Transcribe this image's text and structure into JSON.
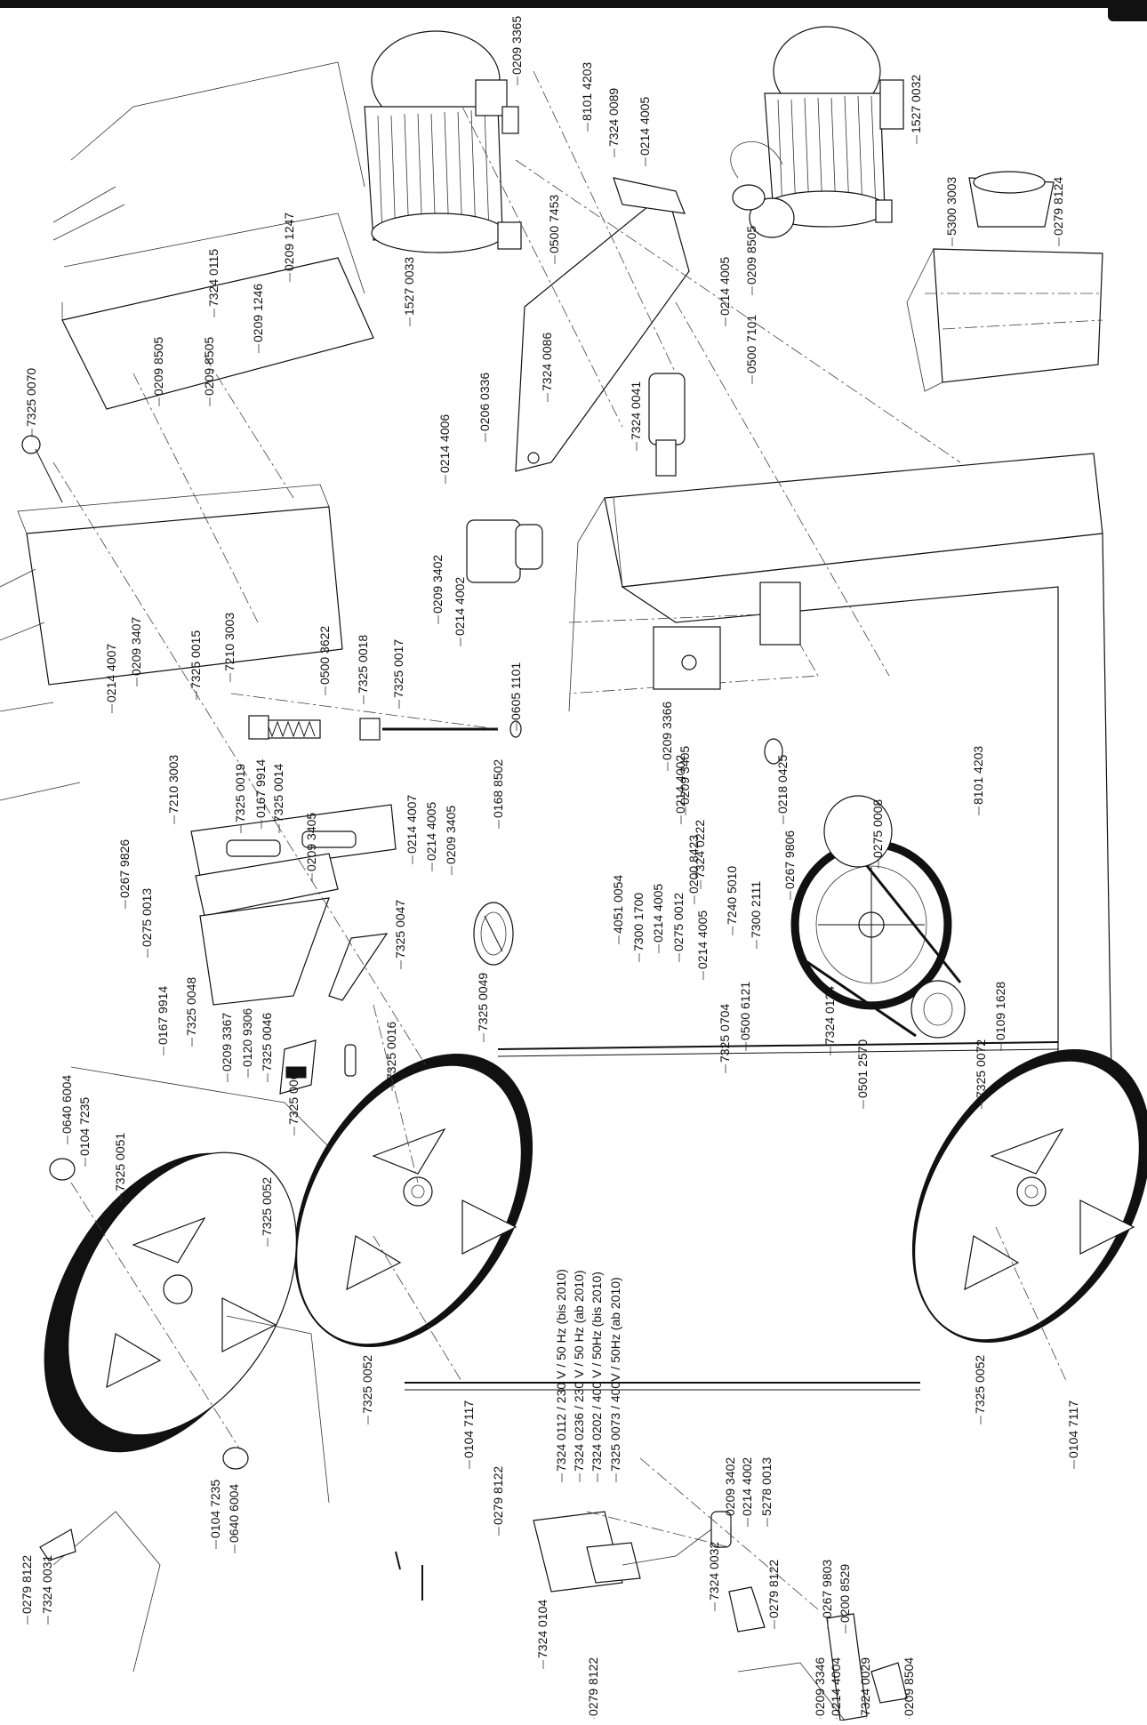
{
  "labels": [
    "0209 3365",
    "8101 4203",
    "7324 0089",
    "0214 4005",
    "1527 0033",
    "0500 7453",
    "0209 8505",
    "0214 4005",
    "0500 7101",
    "7324 0086",
    "7324 0041",
    "0206 0336",
    "0214 4006",
    "1527 0032",
    "0279 8124",
    "5300 3003",
    "7325 0070",
    "7324 0115",
    "0209 1247",
    "0209 1246",
    "0209 8505",
    "0209 8505",
    "0209 3407",
    "0214 4007",
    "7325 0015",
    "7210 3003",
    "7210 3003",
    "7325 0019",
    "0167 9914",
    "7325 0014",
    "0500 3622",
    "7325 0018",
    "7325 0017",
    "0168 8502",
    "0605 1101",
    "0209 3402",
    "0214 4002",
    "0209 3366",
    "0209 3405",
    "0218 0425",
    "8101 4203",
    "0275 0008",
    "0267 9806",
    "7324 0222",
    "0214 4002",
    "0200 8423",
    "4051 0054",
    "7300 1700",
    "0214 4005",
    "0275 0012",
    "7240 5010",
    "7300 2111",
    "0214 4005",
    "0500 6121",
    "7324 0124",
    "0501 2570",
    "7325 0072",
    "0109 1628",
    "0267 9826",
    "0275 0013",
    "0209 3405",
    "0214 4007",
    "0214 4005",
    "0209 3405",
    "7325 0047",
    "7325 0049",
    "0167 9914",
    "7325 0048",
    "0209 3367",
    "0120 9306",
    "7325 0046",
    "7325 0016",
    "7325 0061",
    "7325 0704",
    "0640 6004",
    "0104 7235",
    "7325 0051",
    "7325 0052",
    "7325 0052",
    "0104 7117",
    "7325 0052",
    "0104 7117",
    "0104 7235",
    "0640 6004",
    "0279 8122",
    "7324 0031",
    "7324 0112 / 230 V / 50 Hz (bis 2010)",
    "7324 0236 / 230 V / 50 Hz (ab 2010)",
    "7324 0202 / 400 V / 50Hz (bis 2010)",
    "7325 0073 / 400V / 50Hz (ab 2010)",
    "0279 8122",
    "0209 3402",
    "0214 4002",
    "5278 0013",
    "7324 0032",
    "0279 8122",
    "0267 9803",
    "0200 8529",
    "7324 0104",
    "0279 8122",
    "0209 3346",
    "0214 4004",
    "7324 0029",
    "0209 8504"
  ]
}
